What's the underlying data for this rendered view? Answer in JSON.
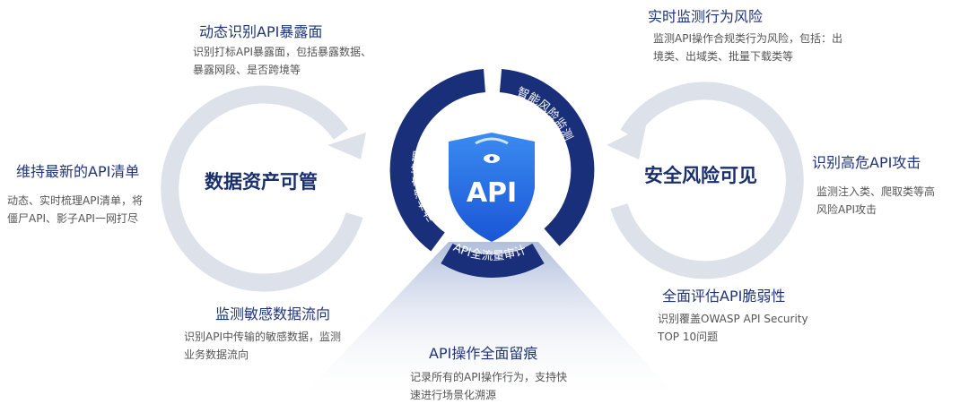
{
  "center": {
    "logo_text": "API",
    "ring": [
      "动态资产梳理",
      "智能风险监测",
      "API全流量审计"
    ]
  },
  "left": {
    "hub": "数据资产可管",
    "items": [
      {
        "title": "动态识别API暴露面",
        "desc": [
          "识别打标API暴露面，包括暴露数据、",
          "暴露网段、是否跨境等"
        ]
      },
      {
        "title": "维持最新的API清单",
        "desc": [
          "动态、实时梳理API清单，将",
          "僵尸API、影子API一网打尽"
        ]
      },
      {
        "title": "监测敏感数据流向",
        "desc": [
          "识别API中传输的敏感数据，监测",
          "业务数据流向"
        ]
      }
    ]
  },
  "bottom": {
    "title": "API操作全面留痕",
    "desc": [
      "记录所有的API操作行为，支持快",
      "速进行场景化溯源"
    ]
  },
  "right": {
    "hub": "安全风险可见",
    "items": [
      {
        "title": "实时监测行为风险",
        "desc": [
          "监测API操作合规类行为风险，包括：出",
          "境类、出域类、批量下载类等"
        ]
      },
      {
        "title": "识别高危API攻击",
        "desc": [
          "监测注入类、爬取类等高",
          "风险API攻击"
        ]
      },
      {
        "title": "全面评估API脆弱性",
        "desc": [
          "识别覆盖OWASP API Security",
          "TOP 10问题"
        ]
      }
    ]
  },
  "colors": {
    "navy": "#1a2f7a",
    "ring_gray": "#dde2ea",
    "accent": "#2f6fe0"
  }
}
